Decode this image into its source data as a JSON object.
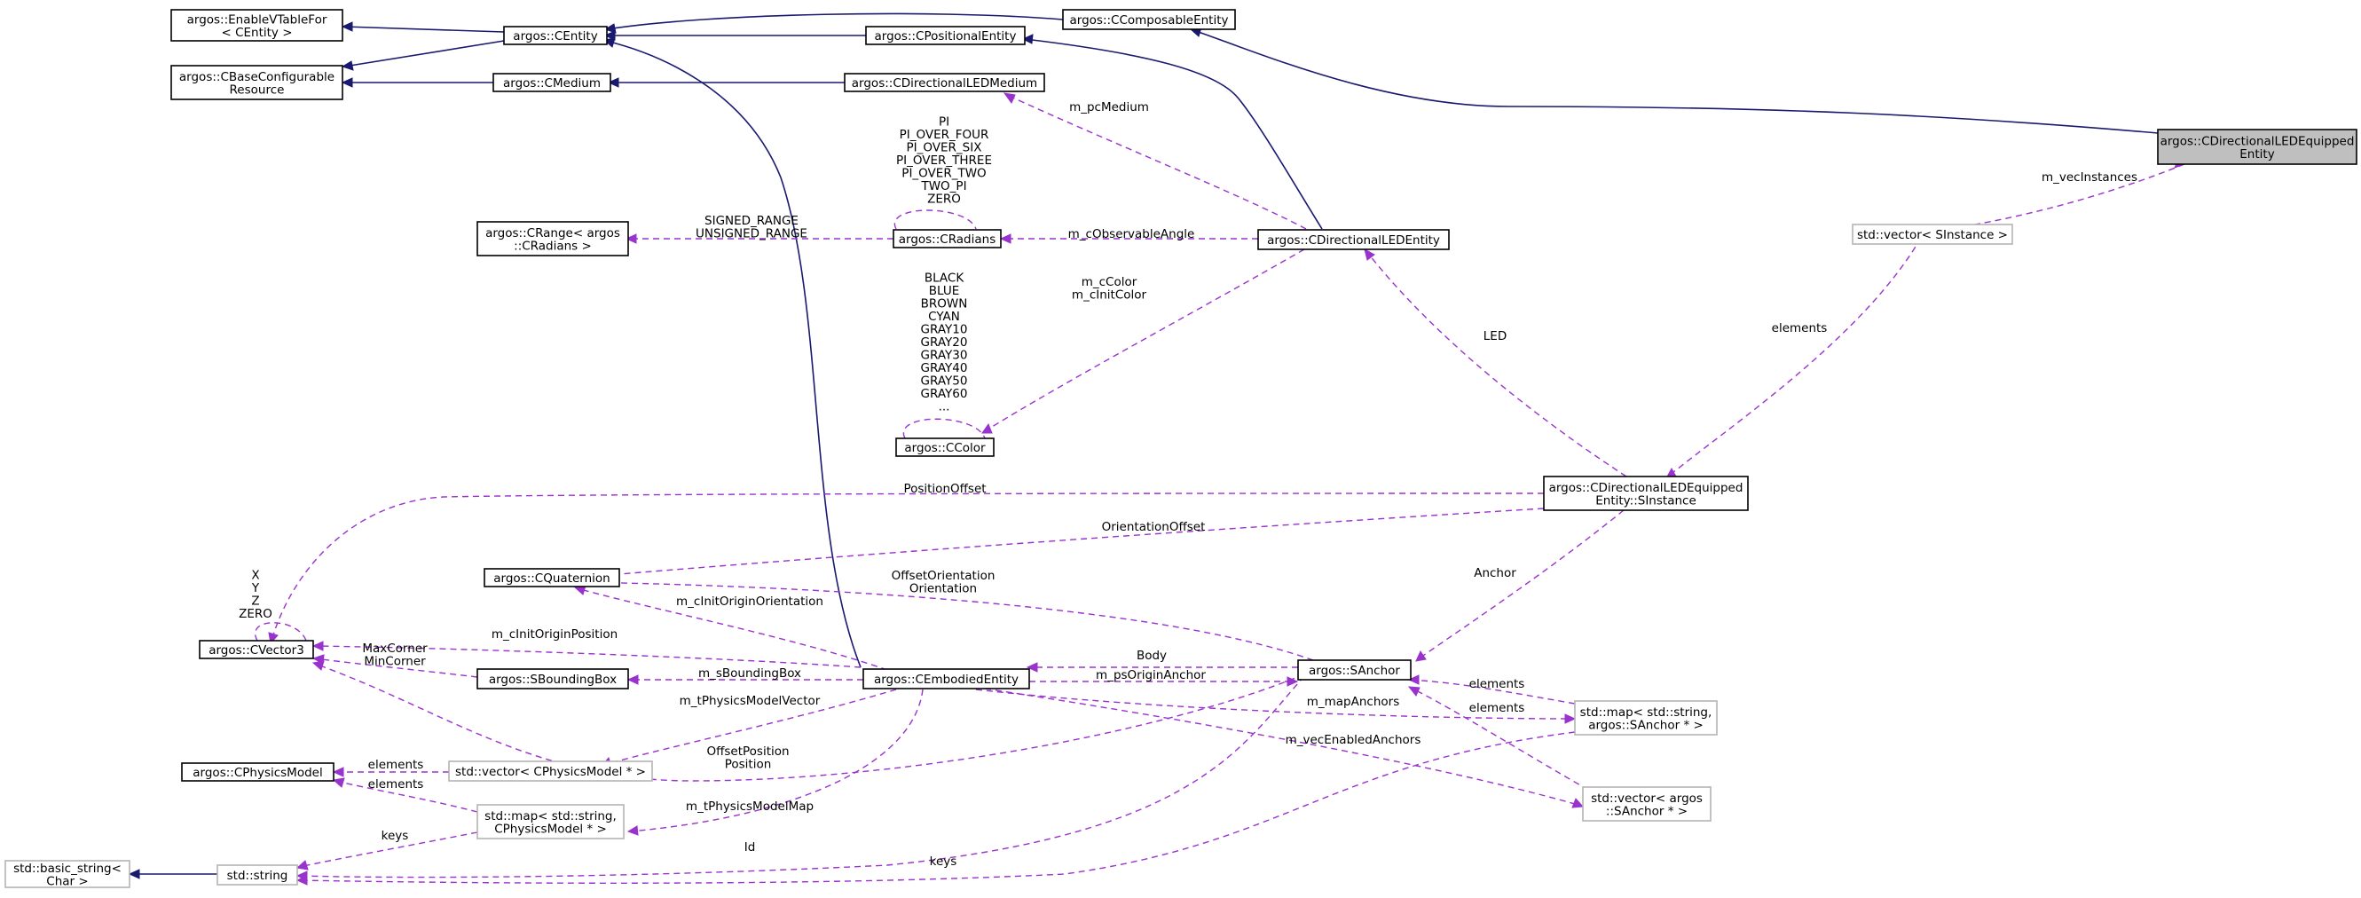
{
  "nodes": {
    "enable_vtable": "argos::EnableVTableFor\n< CEntity >",
    "base_configurable": "argos::CBaseConfigurable\nResource",
    "centity": "argos::CEntity",
    "cmedium": "argos::CMedium",
    "cpositional": "argos::CPositionalEntity",
    "ccomposable": "argos::CComposableEntity",
    "cdirled_medium": "argos::CDirectionalLEDMedium",
    "focus": "argos::CDirectionalLEDEquipped\nEntity",
    "crange": "argos::CRange< argos\n::CRadians >",
    "cradians": "argos::CRadians",
    "cdirled_entity": "argos::CDirectionalLEDEntity",
    "vec_sinstance": "std::vector< SInstance >",
    "ccolor": "argos::CColor",
    "sinstance": "argos::CDirectionalLEDEquipped\nEntity::SInstance",
    "cquaternion": "argos::CQuaternion",
    "cvector3": "argos::CVector3",
    "sboundingbox": "argos::SBoundingBox",
    "cembodied": "argos::CEmbodiedEntity",
    "sanchor": "argos::SAnchor",
    "map_sanchor": "std::map< std::string,\nargos::SAnchor * >",
    "cphysicsmodel": "argos::CPhysicsModel",
    "vec_cphysicsmodel": "std::vector< CPhysicsModel * >",
    "map_cphysicsmodel": "std::map< std::string,\nCPhysicsModel * >",
    "vec_sanchor": "std::vector< argos\n::SAnchor * >",
    "basic_string": "std::basic_string<\nChar >",
    "std_string": "std::string"
  },
  "edge_labels": {
    "m_pcMedium": "m_pcMedium",
    "m_vecInstances": "m_vecInstances",
    "radians_consts": "PI\nPI_OVER_FOUR\nPI_OVER_SIX\nPI_OVER_THREE\nPI_OVER_TWO\nTWO_PI\nZERO",
    "signed_range": "SIGNED_RANGE\nUNSIGNED_RANGE",
    "m_cObservableAngle": "m_cObservableAngle",
    "color_consts": "BLACK\nBLUE\nBROWN\nCYAN\nGRAY10\nGRAY20\nGRAY30\nGRAY40\nGRAY50\nGRAY60\n...",
    "m_cColor": "m_cColor\nm_cInitColor",
    "LED": "LED",
    "elements_top": "elements",
    "PositionOffset": "PositionOffset",
    "OrientationOffset": "OrientationOffset",
    "vector_consts": "X\nY\nZ\nZERO",
    "OffsetOrientation": "OffsetOrientation\nOrientation",
    "Anchor": "Anchor",
    "m_cInitOriginOrientation": "m_cInitOriginOrientation",
    "m_cInitOriginPosition": "m_cInitOriginPosition",
    "MaxCorner": "MaxCorner\nMinCorner",
    "Body": "Body",
    "m_sBoundingBox": "m_sBoundingBox",
    "m_psOriginAnchor": "m_psOriginAnchor",
    "elements_map_anchor": "elements",
    "elements_vec_anchor": "elements",
    "m_tPhysicsModelVector": "m_tPhysicsModelVector",
    "m_mapAnchors": "m_mapAnchors",
    "m_vecEnabledAnchors": "m_vecEnabledAnchors",
    "elements_phys_vec": "elements",
    "elements_phys_map": "elements",
    "OffsetPosition": "OffsetPosition\nPosition",
    "m_tPhysicsModelMap": "m_tPhysicsModelMap",
    "keys_left": "keys",
    "Id": "Id",
    "keys_bottom": "keys"
  }
}
